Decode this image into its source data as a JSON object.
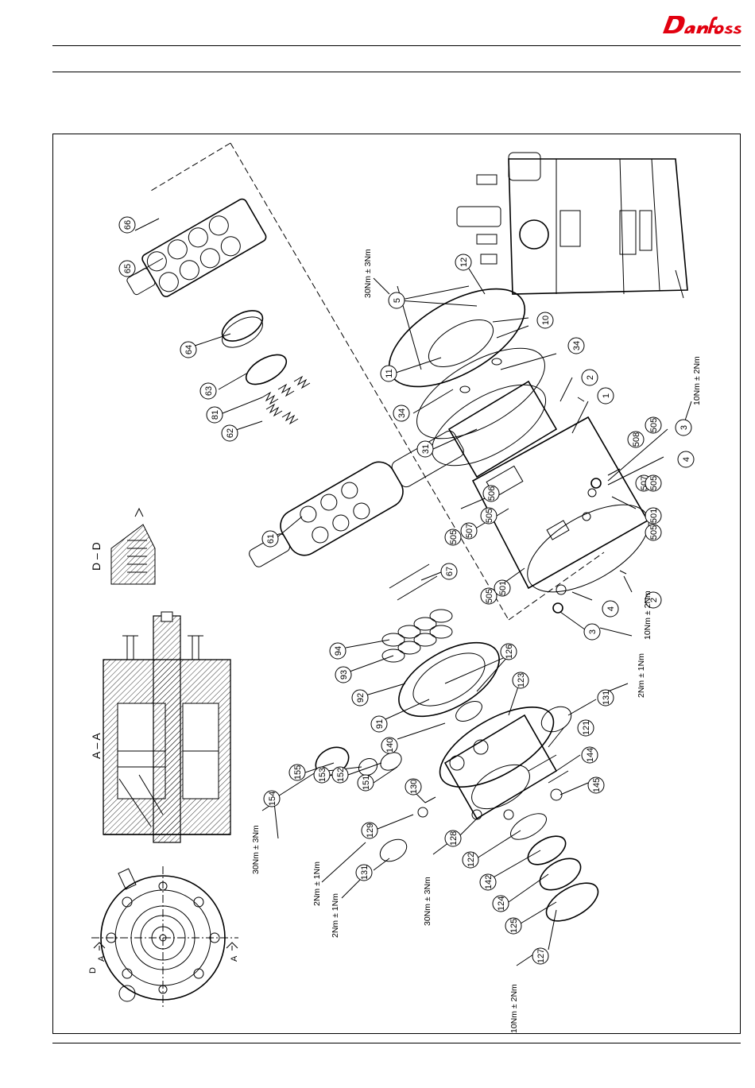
{
  "brand": {
    "name": "Danfoss",
    "color": "#e2000f"
  },
  "drawing": {
    "section_labels": {
      "aa": "A – A",
      "dd": "D – D"
    },
    "view_markers": {
      "a_top": "A",
      "a_bottom": "A",
      "d": "D"
    },
    "parts": [
      {
        "n": "65"
      },
      {
        "n": "66"
      },
      {
        "n": "64"
      },
      {
        "n": "63"
      },
      {
        "n": "81"
      },
      {
        "n": "62"
      },
      {
        "n": "61"
      },
      {
        "n": "67"
      },
      {
        "n": "94"
      },
      {
        "n": "93"
      },
      {
        "n": "92"
      },
      {
        "n": "91"
      },
      {
        "n": "140"
      },
      {
        "n": "126"
      },
      {
        "n": "123"
      },
      {
        "n": "131"
      },
      {
        "n": "121"
      },
      {
        "n": "144"
      },
      {
        "n": "145"
      },
      {
        "n": "154"
      },
      {
        "n": "155"
      },
      {
        "n": "153"
      },
      {
        "n": "152"
      },
      {
        "n": "151"
      },
      {
        "n": "130"
      },
      {
        "n": "129"
      },
      {
        "n": "131"
      },
      {
        "n": "128"
      },
      {
        "n": "122"
      },
      {
        "n": "142"
      },
      {
        "n": "124"
      },
      {
        "n": "125"
      },
      {
        "n": "127"
      },
      {
        "n": "11"
      },
      {
        "n": "5"
      },
      {
        "n": "12"
      },
      {
        "n": "10"
      },
      {
        "n": "34"
      },
      {
        "n": "34"
      },
      {
        "n": "31"
      },
      {
        "n": "2"
      },
      {
        "n": "1"
      },
      {
        "n": "3"
      },
      {
        "n": "508"
      },
      {
        "n": "505"
      },
      {
        "n": "4"
      },
      {
        "n": "507"
      },
      {
        "n": "505"
      },
      {
        "n": "501"
      },
      {
        "n": "505"
      },
      {
        "n": "505"
      },
      {
        "n": "506"
      },
      {
        "n": "505"
      },
      {
        "n": "507"
      },
      {
        "n": "505"
      },
      {
        "n": "501"
      },
      {
        "n": "4"
      },
      {
        "n": "2"
      },
      {
        "n": "3"
      }
    ],
    "torques": [
      {
        "t": "30Nm ± 3Nm"
      },
      {
        "t": "10Nm ± 2Nm"
      },
      {
        "t": "2Nm ± 1Nm"
      },
      {
        "t": "10Nm ± 2Nm"
      },
      {
        "t": "30Nm ± 3Nm"
      },
      {
        "t": "2Nm ± 1Nm"
      },
      {
        "t": "2Nm ± 1Nm"
      },
      {
        "t": "30Nm ± 3Nm"
      },
      {
        "t": "10Nm ± 2Nm"
      }
    ]
  }
}
